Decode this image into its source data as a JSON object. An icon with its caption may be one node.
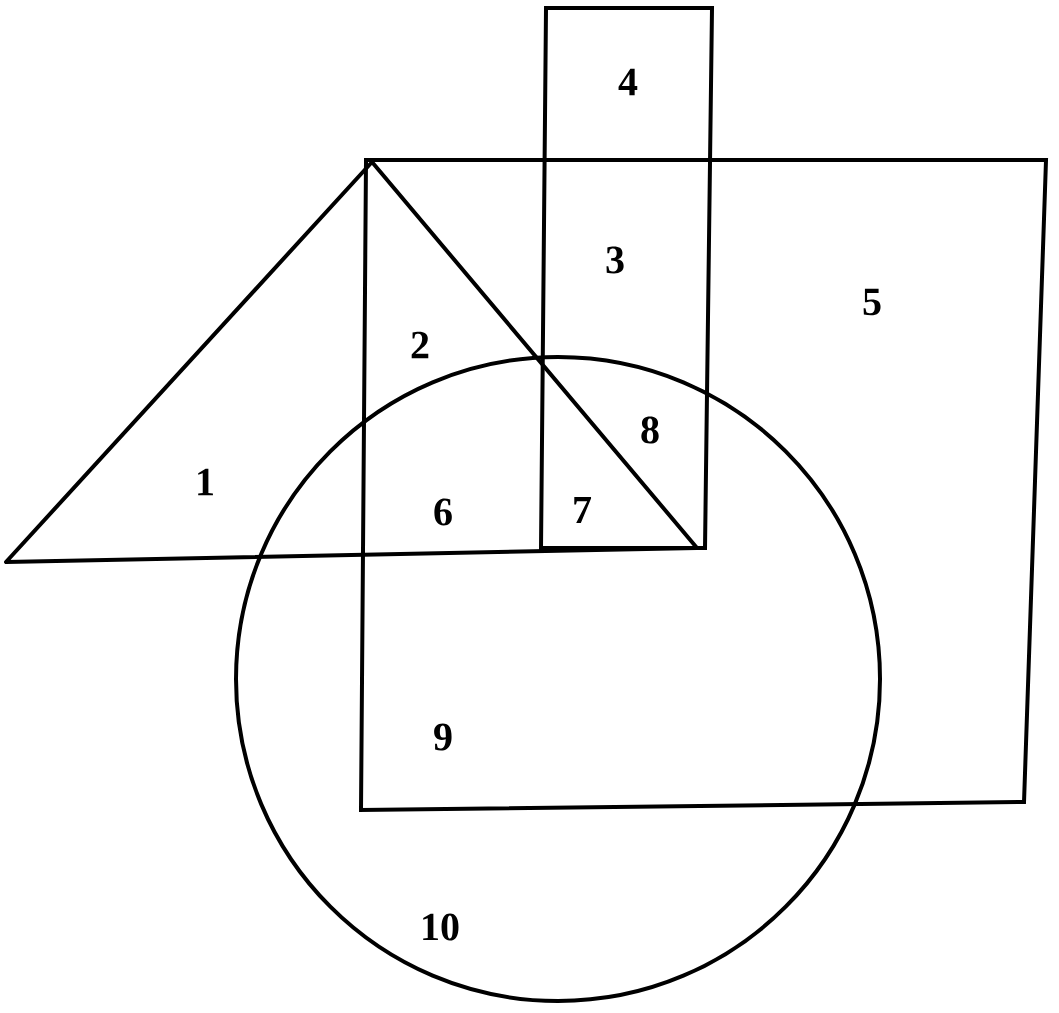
{
  "diagram": {
    "labels": [
      "4",
      "3",
      "5",
      "2",
      "8",
      "1",
      "6",
      "7",
      "9",
      "10"
    ]
  }
}
